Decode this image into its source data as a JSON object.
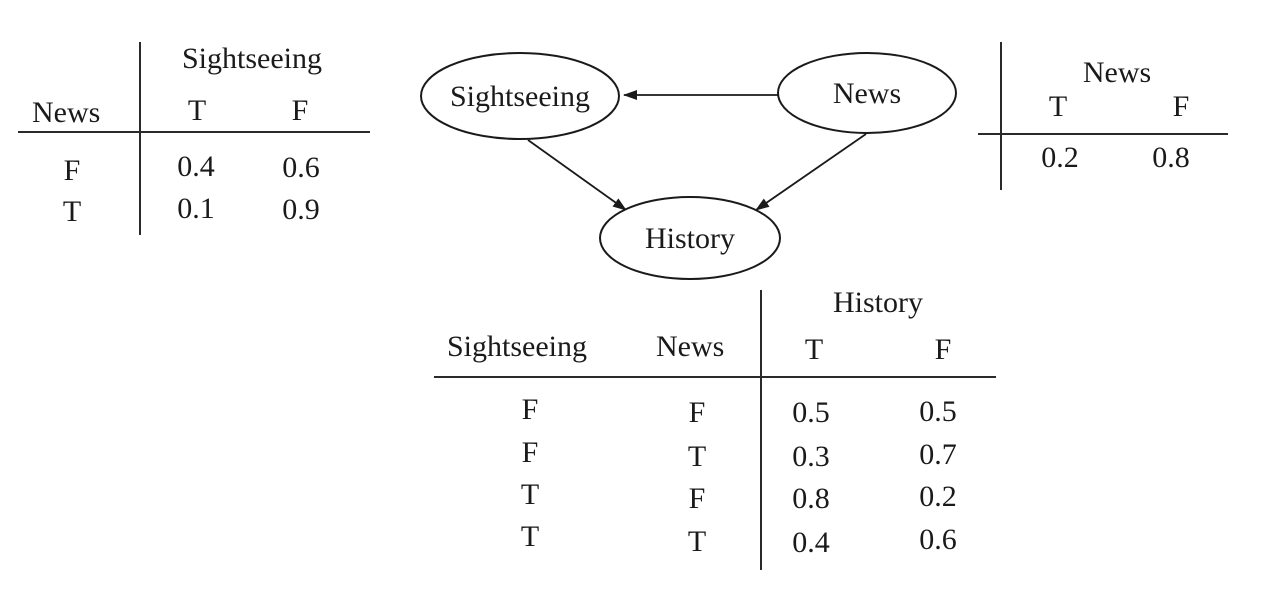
{
  "graph": {
    "nodes": {
      "sightseeing": "Sightseeing",
      "news": "News",
      "history": "History"
    },
    "edges": [
      {
        "from": "News",
        "to": "Sightseeing"
      },
      {
        "from": "Sightseeing",
        "to": "History"
      },
      {
        "from": "News",
        "to": "History"
      }
    ]
  },
  "cpt_sightseeing": {
    "parent_header": "News",
    "var_header": "Sightseeing",
    "col_t": "T",
    "col_f": "F",
    "rows": [
      {
        "news": "F",
        "t": "0.4",
        "f": "0.6"
      },
      {
        "news": "T",
        "t": "0.1",
        "f": "0.9"
      }
    ]
  },
  "cpt_news": {
    "var_header": "News",
    "col_t": "T",
    "col_f": "F",
    "t": "0.2",
    "f": "0.8"
  },
  "cpt_history": {
    "parent1_header": "Sightseeing",
    "parent2_header": "News",
    "var_header": "History",
    "col_t": "T",
    "col_f": "F",
    "rows": [
      {
        "sightseeing": "F",
        "news": "F",
        "t": "0.5",
        "f": "0.5"
      },
      {
        "sightseeing": "F",
        "news": "T",
        "t": "0.3",
        "f": "0.7"
      },
      {
        "sightseeing": "T",
        "news": "F",
        "t": "0.8",
        "f": "0.2"
      },
      {
        "sightseeing": "T",
        "news": "T",
        "t": "0.4",
        "f": "0.6"
      }
    ]
  }
}
